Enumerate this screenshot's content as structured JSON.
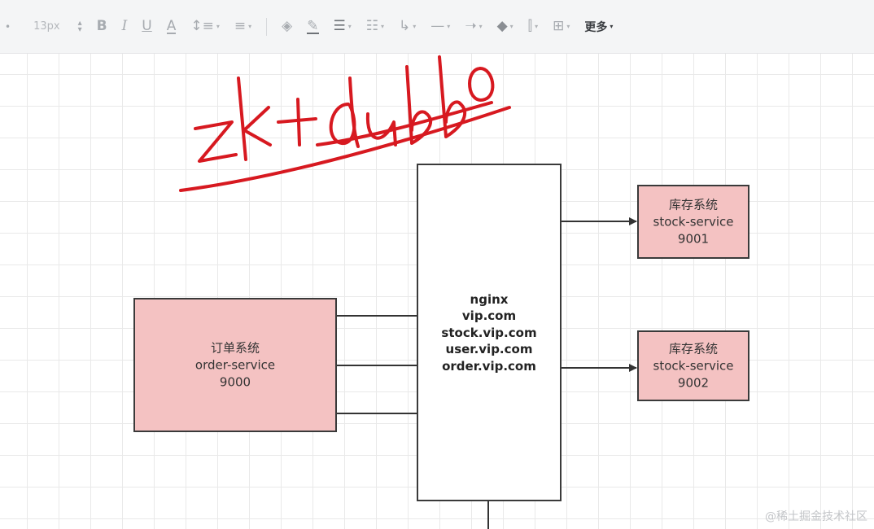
{
  "toolbar": {
    "font_size": "13px",
    "more_label": "更多",
    "icons": [
      "spinner-icon",
      "bold-icon",
      "italic-icon",
      "underline-icon",
      "font-color-icon",
      "line-spacing-icon",
      "align-icon",
      "fill-icon",
      "line-color-icon",
      "line-weight-icon",
      "line-style-icon",
      "connector-icon",
      "line-end-icon",
      "arrow-style-icon",
      "layer-icon",
      "arrange-icon",
      "grid-icon"
    ]
  },
  "diagram": {
    "handwriting": "zk+dubbo",
    "nginx": {
      "lines": [
        "nginx",
        "vip.com",
        "stock.vip.com",
        "user.vip.com",
        "order.vip.com"
      ]
    },
    "order": {
      "lines": [
        "订单系统",
        "order-service",
        "9000"
      ]
    },
    "stock1": {
      "lines": [
        "库存系统",
        "stock-service",
        "9001"
      ]
    },
    "stock2": {
      "lines": [
        "库存系统",
        "stock-service",
        "9002"
      ]
    },
    "colors": {
      "node_fill": "#f4c2c2",
      "border": "#3a3a3a",
      "handwriting": "#d71920"
    }
  },
  "watermark": "@稀土掘金技术社区"
}
